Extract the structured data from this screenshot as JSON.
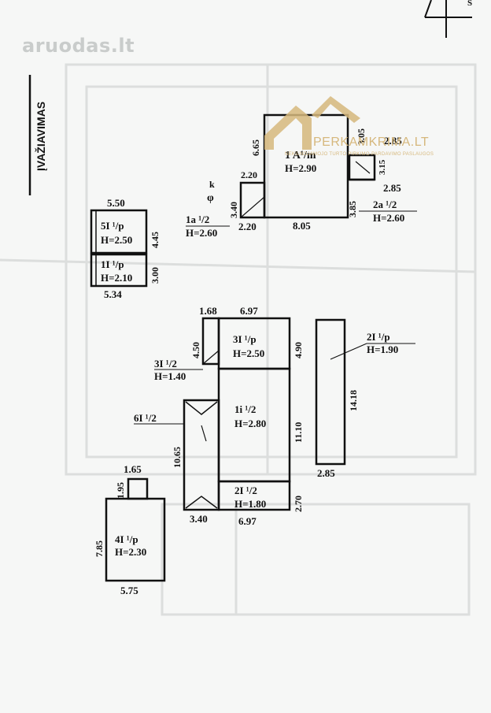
{
  "watermarks": {
    "aruodas": "aruodas.lt",
    "brand": "PERKAMKRIMA.LT",
    "brand_sub": "NEKILNOJAMOJO TURTO PIRKIMO-PARDAVIMO PASLAUGOS"
  },
  "north_label": "S",
  "entrance_label": "ĮVAŽIAVIMAS",
  "buildings": {
    "b1": {
      "name": "1 A¹/m",
      "height": "H=2.90",
      "dims": [
        "6.65",
        "8.05",
        "2.85"
      ]
    },
    "b1a": {
      "name": "1a ¹/2",
      "height": "H=2.60",
      "dims": [
        "2.20",
        "3.40",
        "2.20"
      ]
    },
    "b2a": {
      "name": "2a ¹/2",
      "height": "H=2.60",
      "dims": [
        "3.85",
        "3.15",
        "2.85"
      ]
    },
    "sign_k": "k",
    "b5": {
      "name": "5I ¹/p",
      "height": "H=2.50",
      "dims": [
        "5.50",
        "4.45"
      ]
    },
    "b1i_small": {
      "name": "1I ¹/p",
      "height": "H=2.10",
      "dims": [
        "3.00",
        "5.34"
      ]
    },
    "b3": {
      "name": "3I ¹/p",
      "height": "H=2.50",
      "dims": [
        "1.68",
        "6.97",
        "4.90"
      ]
    },
    "b3_small": {
      "name": "3I ¹/2",
      "height": "H=1.40",
      "dims": [
        "4.50"
      ]
    },
    "b1i": {
      "name": "1i ¹/2",
      "height": "H=2.80",
      "dims": [
        "11.10"
      ]
    },
    "b2i": {
      "name": "2I ¹/2",
      "height": "H=1.80",
      "dims": [
        "2.70",
        "6.97"
      ]
    },
    "b6": {
      "name": "6I ¹/2",
      "dims": [
        "10.65",
        "3.40"
      ]
    },
    "b2p": {
      "name": "2I ¹/p",
      "height": "H=1.90",
      "dims": [
        "14.18",
        "2.85"
      ]
    },
    "b4": {
      "name": "4I ¹/p",
      "height": "H=2.30",
      "dims": [
        "1.65",
        "1.95",
        "7.85",
        "5.75"
      ]
    }
  }
}
